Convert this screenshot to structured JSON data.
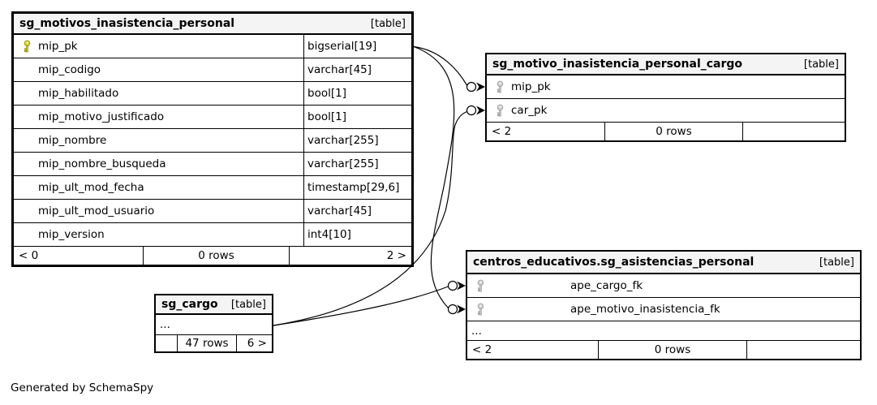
{
  "diagram": {
    "generated_by": "Generated by SchemaSpy",
    "accent_primary_key_color": "#d3d41c",
    "accent_foreign_key_color": "#cccccc"
  },
  "tables": {
    "motivos": {
      "title": "sg_motivos_inasistencia_personal",
      "tag": "[table]",
      "columns": [
        {
          "name": "mip_pk",
          "type": "bigserial[19]"
        },
        {
          "name": "mip_codigo",
          "type": "varchar[45]"
        },
        {
          "name": "mip_habilitado",
          "type": "bool[1]"
        },
        {
          "name": "mip_motivo_justificado",
          "type": "bool[1]"
        },
        {
          "name": "mip_nombre",
          "type": "varchar[255]"
        },
        {
          "name": "mip_nombre_busqueda",
          "type": "varchar[255]"
        },
        {
          "name": "mip_ult_mod_fecha",
          "type": "timestamp[29,6]"
        },
        {
          "name": "mip_ult_mod_usuario",
          "type": "varchar[45]"
        },
        {
          "name": "mip_version",
          "type": "int4[10]"
        }
      ],
      "footer": {
        "left": "< 0",
        "center": "0 rows",
        "right": "2 >"
      }
    },
    "motivo_cargo": {
      "title": "sg_motivo_inasistencia_personal_cargo",
      "tag": "[table]",
      "columns": [
        {
          "name": "mip_pk"
        },
        {
          "name": "car_pk"
        }
      ],
      "footer": {
        "left": "< 2",
        "center": "0 rows",
        "right": ""
      }
    },
    "cargo": {
      "title": "sg_cargo",
      "tag": "[table]",
      "ellipsis": "...",
      "footer": {
        "left": "",
        "center": "47 rows",
        "right": "6 >"
      }
    },
    "asistencias": {
      "title": "centros_educativos.sg_asistencias_personal",
      "tag": "[table]",
      "columns": [
        {
          "name": "ape_cargo_fk"
        },
        {
          "name": "ape_motivo_inasistencia_fk"
        }
      ],
      "ellipsis": "...",
      "footer": {
        "left": "< 2",
        "center": "0 rows",
        "right": ""
      }
    }
  }
}
